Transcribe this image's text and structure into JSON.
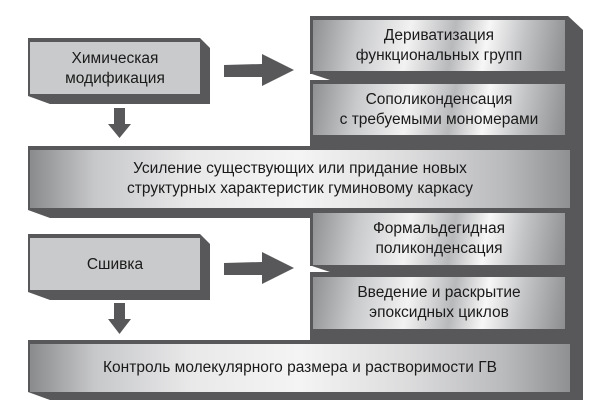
{
  "diagram": {
    "left_boxes": [
      {
        "id": "chemical-modification",
        "lines": [
          "Химическая",
          "модификация"
        ]
      },
      {
        "id": "crosslinking",
        "lines": [
          "Сшивка"
        ]
      }
    ],
    "right_boxes": [
      {
        "id": "derivatization",
        "lines": [
          "Дериватизация",
          "функциональных групп"
        ]
      },
      {
        "id": "copolycondensation",
        "lines": [
          "Сополиконденсация",
          "с требуемыми мономерами"
        ]
      },
      {
        "id": "formaldehyde-polycondensation",
        "lines": [
          "Формальдегидная",
          "поликонденсация"
        ]
      },
      {
        "id": "epoxide",
        "lines": [
          "Введение и раскрытие",
          "эпоксидных циклов"
        ]
      }
    ],
    "result_bands": [
      {
        "id": "structural-enhancement",
        "lines": [
          "Усиление существующих или придание новых",
          "структурных характеристик гуминовому каркасу"
        ]
      },
      {
        "id": "size-control",
        "lines": [
          "Контроль молекулярного размера и растворимости ГВ"
        ]
      }
    ],
    "arrows": [
      {
        "from": "chemical-modification",
        "to": "derivatization/copolycondensation",
        "direction": "right"
      },
      {
        "from": "chemical-modification",
        "to": "structural-enhancement",
        "direction": "down"
      },
      {
        "from": "crosslinking",
        "to": "formaldehyde-polycondensation/epoxide",
        "direction": "right"
      },
      {
        "from": "crosslinking",
        "to": "size-control",
        "direction": "down"
      }
    ],
    "colors": {
      "frame": "#58585a",
      "flat_box": "#c9cacb",
      "text": "#1a1a1a"
    }
  }
}
